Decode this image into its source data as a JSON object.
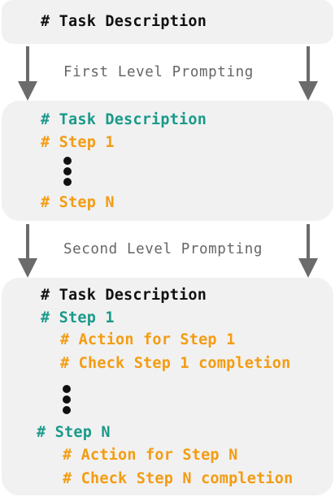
{
  "colors": {
    "black": "#111111",
    "teal": "#1a9a8a",
    "orange": "#f39c12",
    "caption": "#666666",
    "box": "#f1f1f1",
    "arrow": "#6b6b6b"
  },
  "top_box": {
    "title": "# Task Description"
  },
  "first_caption": "First Level Prompting",
  "middle_box": {
    "title": "# Task Description",
    "step1": "# Step 1",
    "stepN": "# Step N"
  },
  "second_caption": "Second Level Prompting",
  "bottom_box": {
    "title": "# Task Description",
    "step1": "# Step 1",
    "step1_action": "# Action for Step 1",
    "step1_check": "# Check Step 1 completion",
    "stepN": "# Step N",
    "stepN_action": "# Action for Step N",
    "stepN_check": "# Check Step N completion"
  }
}
